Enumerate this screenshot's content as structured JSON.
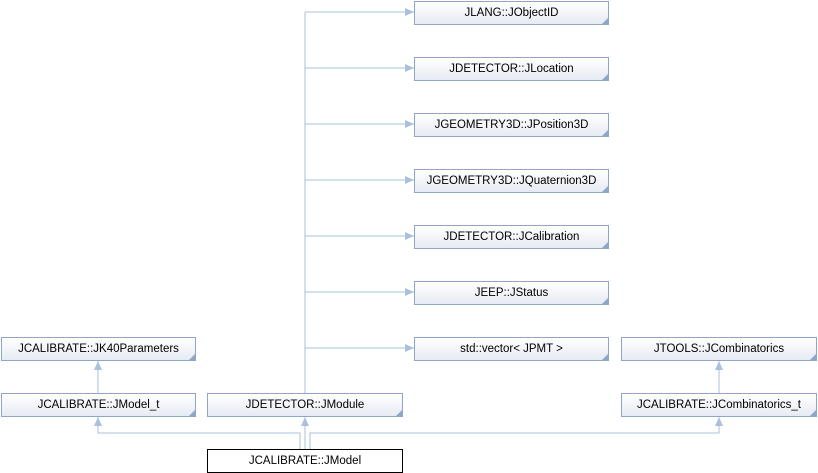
{
  "colors": {
    "edge": "#a9c1dd",
    "node_border": "#8fa6c9",
    "current_border": "#000000"
  },
  "nodes": {
    "jobjectid": "JLANG::JObjectID",
    "jlocation": "JDETECTOR::JLocation",
    "jposition3d": "JGEOMETRY3D::JPosition3D",
    "jquaternion3d": "JGEOMETRY3D::JQuaternion3D",
    "jcalibration": "JDETECTOR::JCalibration",
    "jstatus": "JEEP::JStatus",
    "vector_jpmt": "std::vector< JPMT >",
    "jk40parameters": "JCALIBRATE::JK40Parameters",
    "jcombinatorics": "JTOOLS::JCombinatorics",
    "jmodel_t": "JCALIBRATE::JModel_t",
    "jmodule": "JDETECTOR::JModule",
    "jcombinatorics_t": "JCALIBRATE::JCombinatorics_t",
    "jmodel": "JCALIBRATE::JModel"
  }
}
